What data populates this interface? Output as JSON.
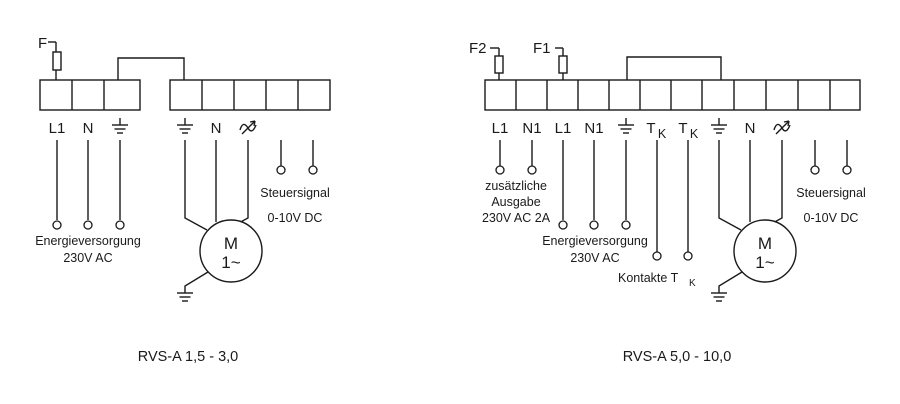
{
  "left": {
    "fuse": "F",
    "terminals": [
      "L1",
      "N"
    ],
    "motor_terminal_n": "N",
    "power_label": [
      "Energieversorgung",
      "230V AC"
    ],
    "control_label": [
      "Steuersignal",
      "0-10V DC"
    ],
    "caption": "RVS-A 1,5 - 3,0"
  },
  "right": {
    "fuse1": "F2",
    "fuse2": "F1",
    "terminals": [
      "L1",
      "N1",
      "L1",
      "N1"
    ],
    "tk_base": "T",
    "tk_sub": "K",
    "motor_terminal_n": "N",
    "extra_label": [
      "zusätzliche",
      "Ausgabe",
      "230V AC 2A"
    ],
    "power_label": [
      "Energieversorgung",
      "230V AC"
    ],
    "contacts_label": "Kontakte T",
    "contacts_sub": "K",
    "control_label": [
      "Steuersignal",
      "0-10V DC"
    ],
    "caption": "RVS-A 5,0 - 10,0"
  },
  "motor": {
    "letter": "M",
    "phase": "1~"
  },
  "icons": [
    "fuse-icon",
    "ground-icon",
    "speed-control-icon",
    "motor-icon",
    "terminal-icon"
  ]
}
